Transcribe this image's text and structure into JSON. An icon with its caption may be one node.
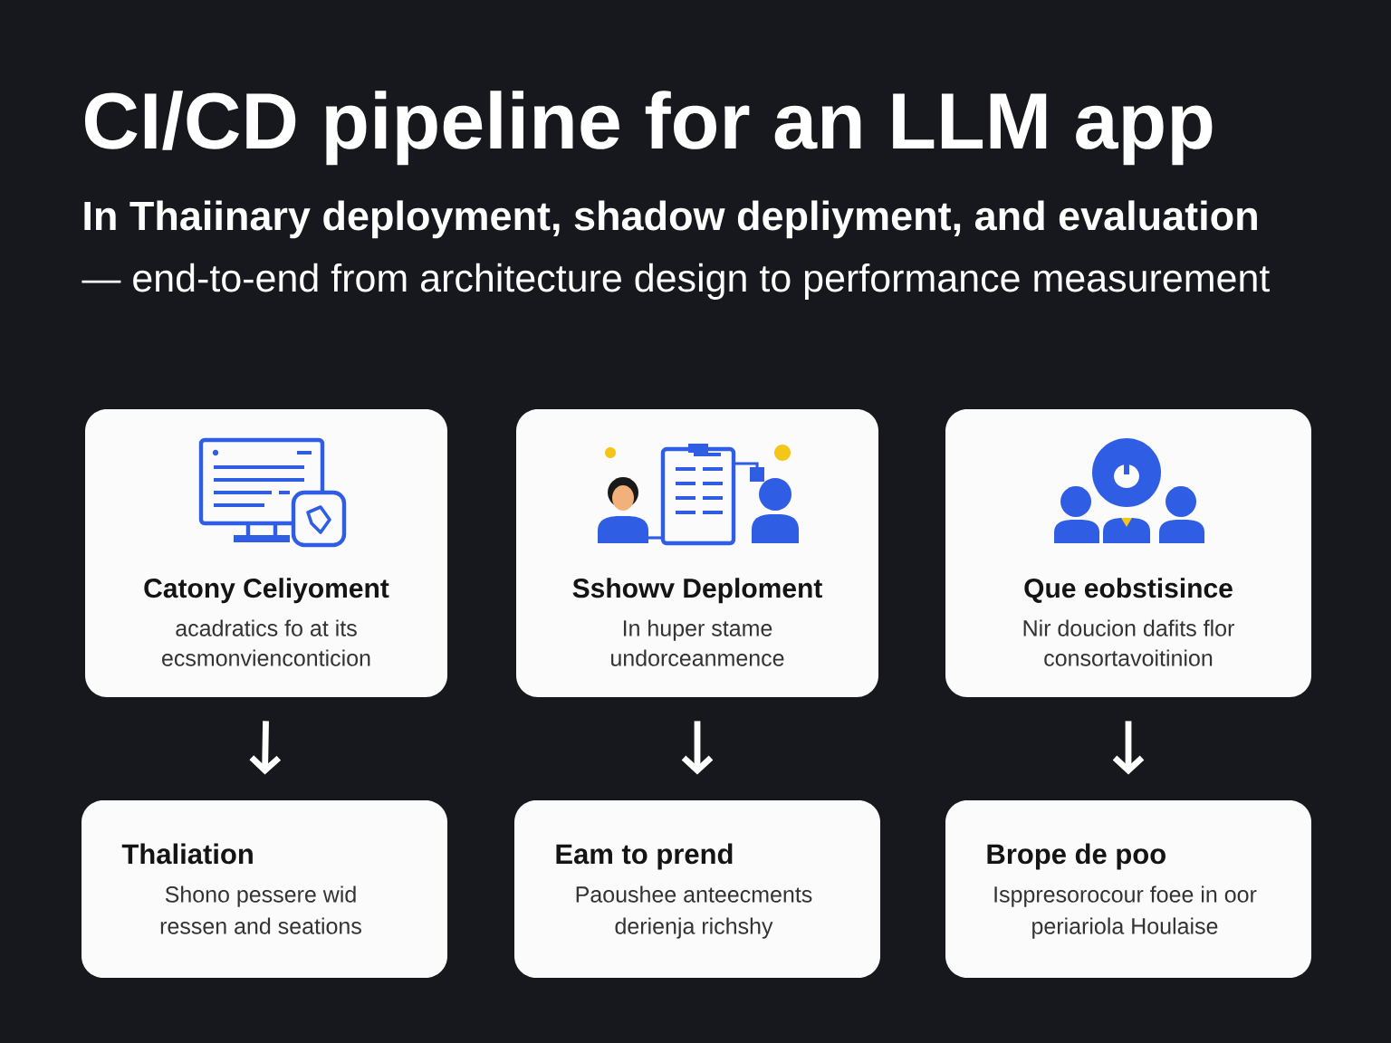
{
  "diagram": {
    "title": "CI/CD pipeline for an LLM app",
    "nodes": [
      {
        "text": [
          "Catony Celiyoment",
          "acadratics fo at its ecsmonvienconticion"
        ]
      },
      {
        "text": [
          "Sshowv Deploment",
          "In huper stame undorceanmence"
        ]
      },
      {
        "text": [
          "Que eobstisince",
          "Nir doucion dafits flor consortavoitinion"
        ]
      },
      {
        "text": [
          "Thaliation",
          "Shono pessere wid ressen and seations"
        ]
      },
      {
        "text": [
          "Eam to prend",
          "Paoushee anteecments derienja richshy"
        ]
      },
      {
        "text": [
          "Brope de poo",
          "Isppresorocour foee in oor periariola Houlaise"
        ]
      }
    ],
    "edges": [
      {
        "from": 0,
        "to": 3,
        "arrow": "to"
      },
      {
        "from": 1,
        "to": 4,
        "arrow": "to"
      },
      {
        "from": 2,
        "to": 5,
        "arrow": "to"
      }
    ],
    "labels": [
      "In Thaiinary deployment, shadow depliyment, and evaluation",
      "— end-to-end from architecture design to performance measurement"
    ]
  }
}
